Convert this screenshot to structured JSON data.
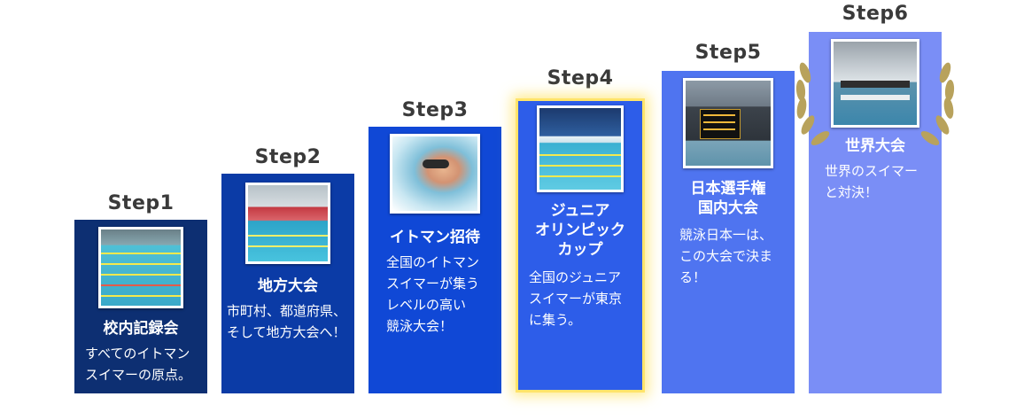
{
  "steps": [
    {
      "label": "Step1",
      "title": "校内記録会",
      "desc": "すべてのイトマン\nスイマーの原点。",
      "color": "#0d2f72"
    },
    {
      "label": "Step2",
      "title": "地方大会",
      "desc": "市町村、都道府県、\nそして地方大会へ！",
      "color": "#0b3ba6"
    },
    {
      "label": "Step3",
      "title": "イトマン招待",
      "desc": "全国のイトマン\nスイマーが集う\nレベルの高い\n競泳大会！",
      "color": "#1048d6"
    },
    {
      "label": "Step4",
      "title": "ジュニア\nオリンピック\nカップ",
      "desc": "全国のジュニア\nスイマーが東京\nに集う。",
      "color": "#2d5de9",
      "highlight": "#ffe46a"
    },
    {
      "label": "Step5",
      "title": "日本選手権\n国内大会",
      "desc": "競泳日本一は、\nこの大会で決ま\nる！",
      "color": "#4f74f0"
    },
    {
      "label": "Step6",
      "title": "世界大会",
      "desc": "世界のスイマー\nと対決！",
      "color": "#7a8ef6",
      "wreath_color": "#b8a25c"
    }
  ]
}
